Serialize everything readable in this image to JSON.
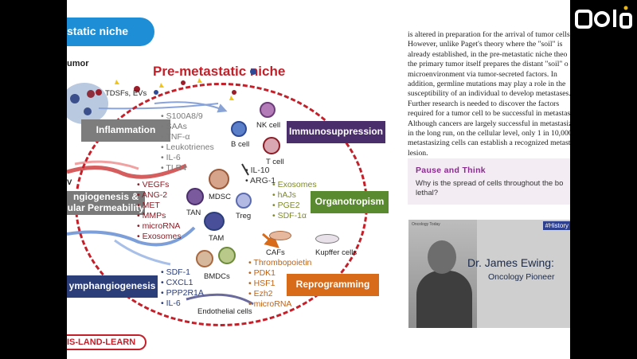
{
  "slide": {
    "title_fragment": "static niche",
    "tumor_fragment": "umor",
    "figure_title": "Pre-metastatic niche",
    "tdsfs": "TDSFs, EVs",
    "footer_fragment": "IS-LAND-LEARN"
  },
  "boxes": {
    "inflammation": "Inflammation",
    "immunosuppression": "Immunosuppression",
    "organotropism": "Organotropism",
    "angiogenesis_line1": "ngiogenesis &",
    "angiogenesis_line2": "ular Permeability",
    "lymphangiogenesis": "ymphangiogenesis",
    "reprogramming": "Reprogramming",
    "angio_prefix": "V"
  },
  "lists": {
    "inflammation": [
      "S100A8/9",
      "SAAs",
      "TNF-α",
      "Leukotrienes",
      "IL-6",
      "TLR4"
    ],
    "angiogenesis": [
      "VEGFs",
      "ANG-2",
      "MET",
      "MMPs",
      "microRNA",
      "Exosomes"
    ],
    "immuno": [
      "IL-10",
      "ARG-1"
    ],
    "organo": [
      "Exosomes",
      "hAJs",
      "PGE2",
      "SDF-1α"
    ],
    "lymph": [
      "SDF-1",
      "CXCL1",
      "PPP2R1A",
      "IL-6"
    ],
    "reprog": [
      "Thrombopoietin",
      "PDK1",
      "HSF1",
      "Ezh2",
      "microRNA"
    ]
  },
  "cells": {
    "nk": "NK cell",
    "b": "B cell",
    "t": "T cell",
    "mdsc": "MDSC",
    "tan": "TAN",
    "treg": "Treg",
    "tam": "TAM",
    "cafs": "CAFs",
    "kupffer": "Kupffer cells",
    "bmdcs": "BMDCs",
    "endothelial": "Endothelial cells"
  },
  "reading": {
    "lines": [
      "is altered in preparation for the arrival of tumor cells",
      "However, unlike Paget's theory where the \"soil\" is",
      "already established, in the pre-metastatic niche theo",
      "the primary tumor itself prepares the distant \"soil\" o",
      "microenvironment via tumor-secreted factors. In",
      "addition, germline mutations may play a role in the",
      "susceptibility of an individual to develop metastases.",
      "Further research is needed to discover the factors",
      "required for a tumor cell to be successful in metastasi",
      "Although cancers are largely successful in metastasizi",
      "in the long run, on the cellular level, only 1 in 10,000",
      "metastasizing cells can establish a recognized metast",
      "lesion."
    ],
    "pause_title": "Pause and Think",
    "pause_q1": "Why is the spread of cells throughout the bo",
    "pause_q2": "lethal?"
  },
  "video": {
    "name": "Dr. James Ewing:",
    "subtitle": "Oncology Pioneer",
    "tag": "#History",
    "corner": "Oncology Today"
  },
  "colors": {
    "accent_red": "#c3202a",
    "title_blue": "#1e8fd6",
    "pause_purple": "#8a2b8f"
  }
}
